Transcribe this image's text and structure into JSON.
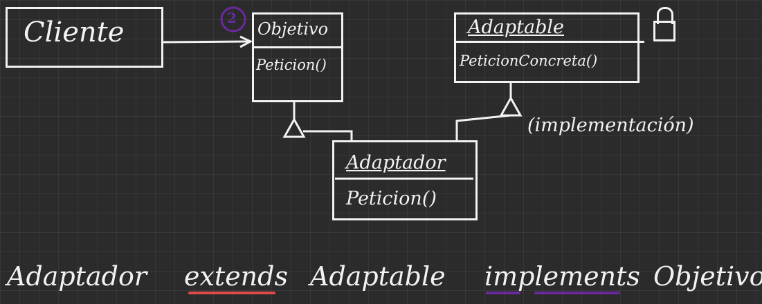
{
  "diagram": {
    "cliente": {
      "label": "Cliente"
    },
    "objetivo": {
      "name": "Objetivo",
      "method": "Peticion()",
      "badge": "2"
    },
    "adaptable": {
      "name": "Adaptable",
      "method": "PeticionConcreta()"
    },
    "adaptador": {
      "name": "Adaptador",
      "method": "Peticion()"
    },
    "implementation_note": "(implementación)"
  },
  "caption": {
    "word1": "Adaptador",
    "word2": "extends",
    "word3": "Adaptable",
    "word4": "implements",
    "word5": "Objetivo"
  },
  "colors": {
    "ink": "#f2f2f2",
    "badge": "#6a2a9e",
    "extends_underline": "#e04a4a",
    "implements_underline": "#6a2a9e"
  },
  "icons": {
    "lock": "lock-icon"
  }
}
